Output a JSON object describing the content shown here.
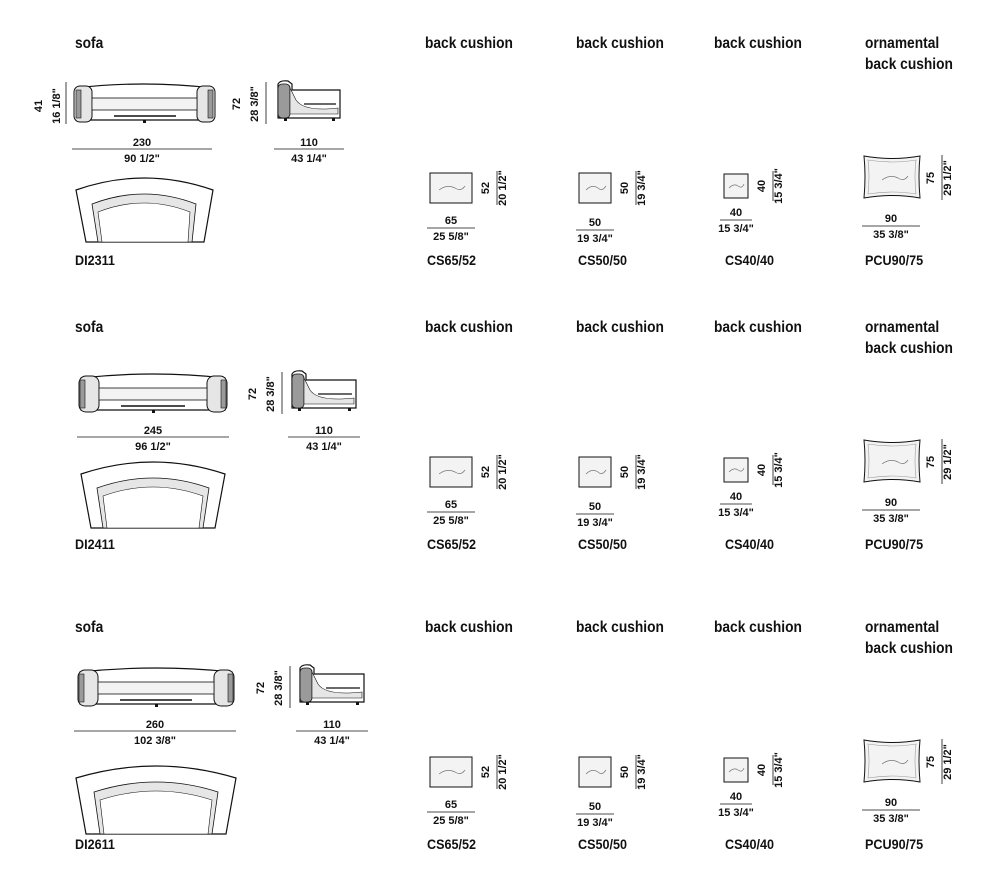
{
  "rows": [
    {
      "sofa_label": "sofa",
      "code": "DI2311",
      "height_cm": "41",
      "height_in": "16 1/8\"",
      "side_height_cm": "72",
      "side_height_in": "28 3/8\"",
      "width_cm": "230",
      "width_in": "90 1/2\"",
      "depth_cm": "110",
      "depth_in": "43 1/4\"",
      "cushions": [
        {
          "label": "back cushion",
          "code": "CS65/52",
          "w_cm": "65",
          "w_in": "25 5/8\"",
          "h_cm": "52",
          "h_in": "20 1/2\""
        },
        {
          "label": "back cushion",
          "code": "CS50/50",
          "w_cm": "50",
          "w_in": "19 3/4\"",
          "h_cm": "50",
          "h_in": "19 3/4\""
        },
        {
          "label": "back cushion",
          "code": "CS40/40",
          "w_cm": "40",
          "w_in": "15 3/4\"",
          "h_cm": "40",
          "h_in": "15 3/4\""
        },
        {
          "label_1": "ornamental",
          "label_2": "back cushion",
          "code": "PCU90/75",
          "w_cm": "90",
          "w_in": "35 3/8\"",
          "h_cm": "75",
          "h_in": "29 1/2\""
        }
      ]
    },
    {
      "sofa_label": "sofa",
      "code": "DI2411",
      "side_height_cm": "72",
      "side_height_in": "28 3/8\"",
      "width_cm": "245",
      "width_in": "96 1/2\"",
      "depth_cm": "110",
      "depth_in": "43 1/4\"",
      "cushions": [
        {
          "label": "back cushion",
          "code": "CS65/52",
          "w_cm": "65",
          "w_in": "25 5/8\"",
          "h_cm": "52",
          "h_in": "20 1/2\""
        },
        {
          "label": "back cushion",
          "code": "CS50/50",
          "w_cm": "50",
          "w_in": "19 3/4\"",
          "h_cm": "50",
          "h_in": "19 3/4\""
        },
        {
          "label": "back cushion",
          "code": "CS40/40",
          "w_cm": "40",
          "w_in": "15 3/4\"",
          "h_cm": "40",
          "h_in": "15 3/4\""
        },
        {
          "label_1": "ornamental",
          "label_2": "back cushion",
          "code": "PCU90/75",
          "w_cm": "90",
          "w_in": "35 3/8\"",
          "h_cm": "75",
          "h_in": "29 1/2\""
        }
      ]
    },
    {
      "sofa_label": "sofa",
      "code": "DI2611",
      "side_height_cm": "72",
      "side_height_in": "28 3/8\"",
      "width_cm": "260",
      "width_in": "102 3/8\"",
      "depth_cm": "110",
      "depth_in": "43 1/4\"",
      "cushions": [
        {
          "label": "back cushion",
          "code": "CS65/52",
          "w_cm": "65",
          "w_in": "25 5/8\"",
          "h_cm": "52",
          "h_in": "20 1/2\""
        },
        {
          "label": "back cushion",
          "code": "CS50/50",
          "w_cm": "50",
          "w_in": "19 3/4\"",
          "h_cm": "50",
          "h_in": "19 3/4\""
        },
        {
          "label": "back cushion",
          "code": "CS40/40",
          "w_cm": "40",
          "w_in": "15 3/4\"",
          "h_cm": "40",
          "h_in": "15 3/4\""
        },
        {
          "label_1": "ornamental",
          "label_2": "back cushion",
          "code": "PCU90/75",
          "w_cm": "90",
          "w_in": "35 3/8\"",
          "h_cm": "75",
          "h_in": "29 1/2\""
        }
      ]
    }
  ],
  "colors": {
    "line": "#111111",
    "fill_light": "#e6e6e6",
    "fill_mid": "#9a9a9a"
  }
}
